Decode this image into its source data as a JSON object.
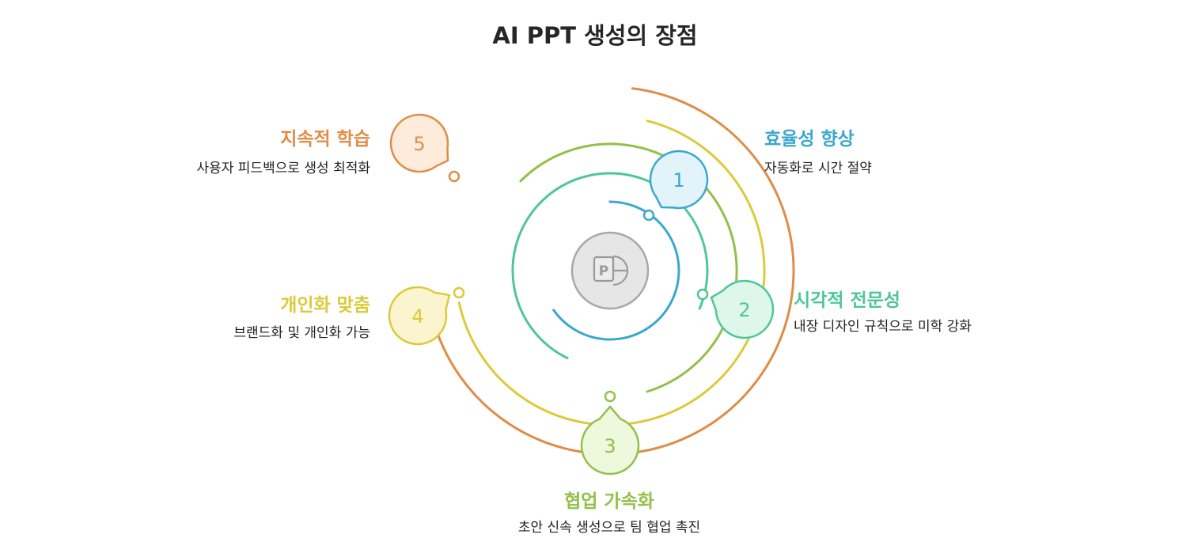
{
  "title": "AI PPT 생성의 장점",
  "center_icon": "powerpoint-icon",
  "items": [
    {
      "number": "1",
      "title": "효율성 향상",
      "desc": "자동화로 시간 절약",
      "color": "#3ba7cf",
      "fill": "#e2f4fa"
    },
    {
      "number": "2",
      "title": "시각적 전문성",
      "desc": "내장 디자인 규칙으로 미학 강화",
      "color": "#4ec796",
      "fill": "#dff6ea"
    },
    {
      "number": "3",
      "title": "협업 가속화",
      "desc": "초안 신속 생성으로 팀 협업 촉진",
      "color": "#93c04b",
      "fill": "#eef8dc"
    },
    {
      "number": "4",
      "title": "개인화 맞춤",
      "desc": "브랜드화 및 개인화 가능",
      "color": "#dcca3a",
      "fill": "#fbf5cf"
    },
    {
      "number": "5",
      "title": "지속적 학습",
      "desc": "사용자 피드백으로 생성 최적화",
      "color": "#df8d47",
      "fill": "#fdebdc"
    }
  ]
}
